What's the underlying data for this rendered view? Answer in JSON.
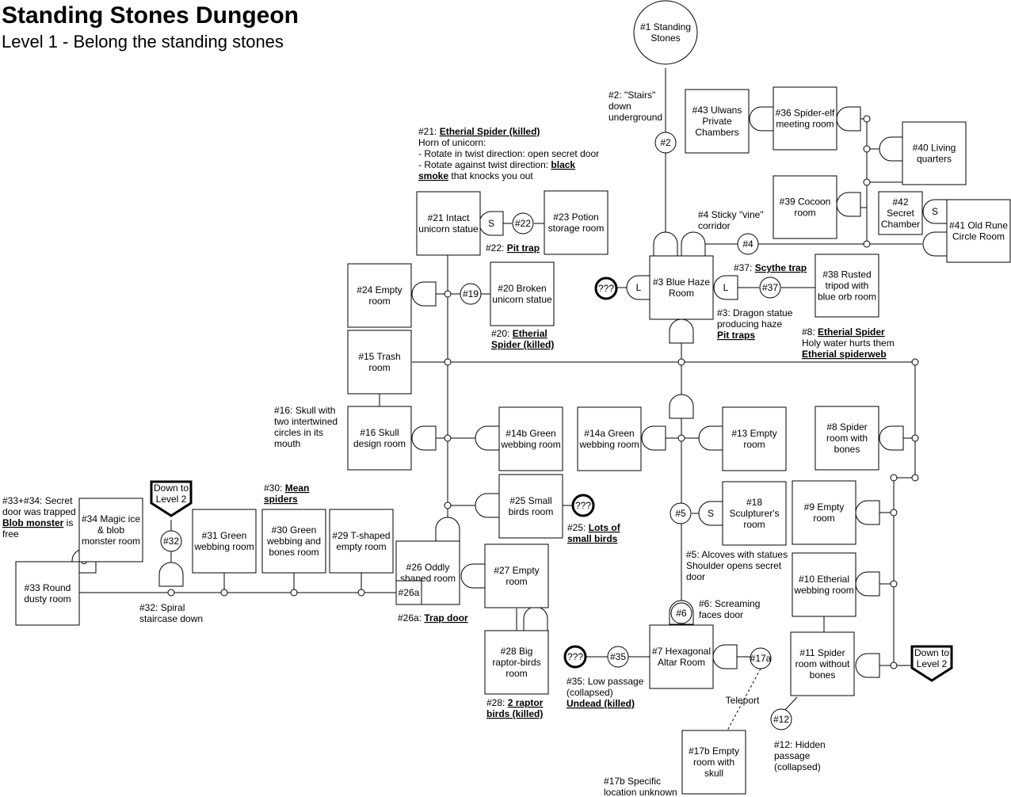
{
  "header": {
    "title": "Standing Stones Dungeon",
    "subtitle": "Level 1 - Belong the standing stones"
  },
  "nodes": {
    "n1": [
      "#1 Standing",
      "Stones"
    ],
    "n2": [
      "#2"
    ],
    "n3": [
      "#3 Blue Haze",
      "Room"
    ],
    "n4": [
      "#4"
    ],
    "n5": [
      "#5"
    ],
    "n6": [
      "#6"
    ],
    "n7": [
      "#7 Hexagonal",
      "Altar Room"
    ],
    "n8": [
      "#8 Spider",
      "room with",
      "bones"
    ],
    "n9": [
      "#9 Empty",
      "room"
    ],
    "n10": [
      "#10 Etherial",
      "webbing room"
    ],
    "n11": [
      "#11 Spider",
      "room without",
      "bones"
    ],
    "n12": [
      "#12"
    ],
    "n13": [
      "#13 Empty",
      "room"
    ],
    "n14a": [
      "#14a Green",
      "webbing room"
    ],
    "n14b": [
      "#14b Green",
      "webbing room"
    ],
    "n15": [
      "#15 Trash",
      "room"
    ],
    "n16": [
      "#16 Skull",
      "design room"
    ],
    "n17a": [
      "#17a"
    ],
    "n17b": [
      "#17b Empty",
      "room with",
      "skull"
    ],
    "n18": [
      "#18",
      "Sculpturer's",
      "room"
    ],
    "n19": [
      "#19"
    ],
    "n20": [
      "#20 Broken",
      "unicorn statue"
    ],
    "n21": [
      "#21 Intact",
      "unicorn statue"
    ],
    "n22": [
      "#22"
    ],
    "n23": [
      "#23 Potion",
      "storage room"
    ],
    "n24": [
      "#24 Empty",
      "room"
    ],
    "n25": [
      "#25 Small",
      "birds room"
    ],
    "n26": [
      "#26 Oddly",
      "shaped room"
    ],
    "n26a": [
      "#26a"
    ],
    "n27": [
      "#27 Empty",
      "room"
    ],
    "n28": [
      "#28 Big",
      "raptor-birds",
      "room"
    ],
    "n29": [
      "#29 T-shaped",
      "empty room"
    ],
    "n30": [
      "#30 Green",
      "webbing and",
      "bones room"
    ],
    "n31": [
      "#31 Green",
      "webbing room"
    ],
    "n32": [
      "#32"
    ],
    "n33": [
      "#33 Round",
      "dusty room"
    ],
    "n34": [
      "#34 Magic ice",
      "& blob",
      "monster room"
    ],
    "n35": [
      "#35"
    ],
    "n36": [
      "#36 Spider-elf",
      "meeting room"
    ],
    "n37": [
      "#37"
    ],
    "n38": [
      "#38 Rusted",
      "tripod with",
      "blue orb room"
    ],
    "n39": [
      "#39 Cocoon",
      "room"
    ],
    "n40": [
      "#40 Living",
      "quarters"
    ],
    "n41": [
      "#41 Old Rune",
      "Circle Room"
    ],
    "n42": [
      "#42",
      "Secret",
      "Chamber"
    ],
    "n43": [
      "#43 Ulwans",
      "Private",
      "Chambers"
    ],
    "unknown": "???",
    "down_level2": [
      "Down to",
      "Level 2"
    ],
    "s": "S",
    "l": "L"
  },
  "notes": {
    "n2": [
      "#2: \"Stairs\"",
      "down",
      "underground"
    ],
    "n21": [
      [
        [
          "#21: ",
          false
        ],
        [
          "Etherial Spider (killed)",
          true
        ]
      ],
      [
        [
          "Horn of unicorn:",
          false
        ]
      ],
      [
        [
          "- Rotate in twist direction: open secret door",
          false
        ]
      ],
      [
        [
          "- Rotate against twist direction: ",
          false
        ],
        [
          "black",
          true
        ]
      ],
      [
        [
          "smoke",
          true
        ],
        [
          " that knocks you out",
          false
        ]
      ]
    ],
    "n22": [
      [
        [
          "#22: ",
          false
        ],
        [
          "Pit trap",
          true
        ]
      ]
    ],
    "n20": [
      [
        [
          "#20: ",
          false
        ],
        [
          "Etherial",
          true
        ]
      ],
      [
        [
          "Spider (killed)",
          true
        ]
      ]
    ],
    "n4": [
      "#4 Sticky \"vine\"",
      "corridor"
    ],
    "n37": [
      [
        [
          "#37: ",
          false
        ],
        [
          "Scythe trap",
          true
        ]
      ]
    ],
    "n3": [
      [
        [
          "#3: Dragon statue",
          false
        ]
      ],
      [
        [
          "producing haze",
          false
        ]
      ],
      [
        [
          "Pit traps",
          true
        ]
      ]
    ],
    "n8": [
      [
        [
          "#8: ",
          false
        ],
        [
          "Etherial Spider",
          true
        ]
      ],
      [
        [
          "Holy water hurts them",
          false
        ]
      ],
      [
        [
          "Etherial spiderweb",
          true
        ]
      ]
    ],
    "n16": [
      "#16: Skull with",
      "two intertwined",
      "circles in its",
      "mouth"
    ],
    "n30": [
      [
        [
          "#30: ",
          false
        ],
        [
          "Mean",
          true
        ]
      ],
      [
        [
          "spiders",
          true
        ]
      ]
    ],
    "n33_34": [
      [
        [
          "#33+#34: Secret",
          false
        ]
      ],
      [
        [
          "door was trapped",
          false
        ]
      ],
      [
        [
          "Blob monster",
          true
        ],
        [
          " is",
          false
        ]
      ],
      [
        [
          "free",
          false
        ]
      ]
    ],
    "n25": [
      [
        [
          "#25: ",
          false
        ],
        [
          "Lots of",
          true
        ]
      ],
      [
        [
          "small birds",
          true
        ]
      ]
    ],
    "n32": [
      "#32: Spiral",
      "staircase down"
    ],
    "n26a": [
      [
        [
          "#26a: ",
          false
        ],
        [
          "Trap door",
          true
        ]
      ]
    ],
    "n5": [
      "#5: Alcoves with statues",
      "Shoulder opens secret",
      "door"
    ],
    "n6": [
      "#6: Screaming",
      "faces door"
    ],
    "n28": [
      [
        [
          "#28: ",
          false
        ],
        [
          "2 raptor",
          true
        ]
      ],
      [
        [
          "birds (killed)",
          true
        ]
      ]
    ],
    "n35": [
      [
        [
          "#35: Low passage",
          false
        ]
      ],
      [
        [
          "(collapsed)",
          false
        ]
      ],
      [
        [
          "Undead (killed)",
          true
        ]
      ]
    ],
    "teleport": "Teleport",
    "n12": [
      "#12: Hidden",
      "passage",
      "(collapsed)"
    ],
    "n17b": [
      "#17b Specific",
      "location unknown"
    ]
  }
}
